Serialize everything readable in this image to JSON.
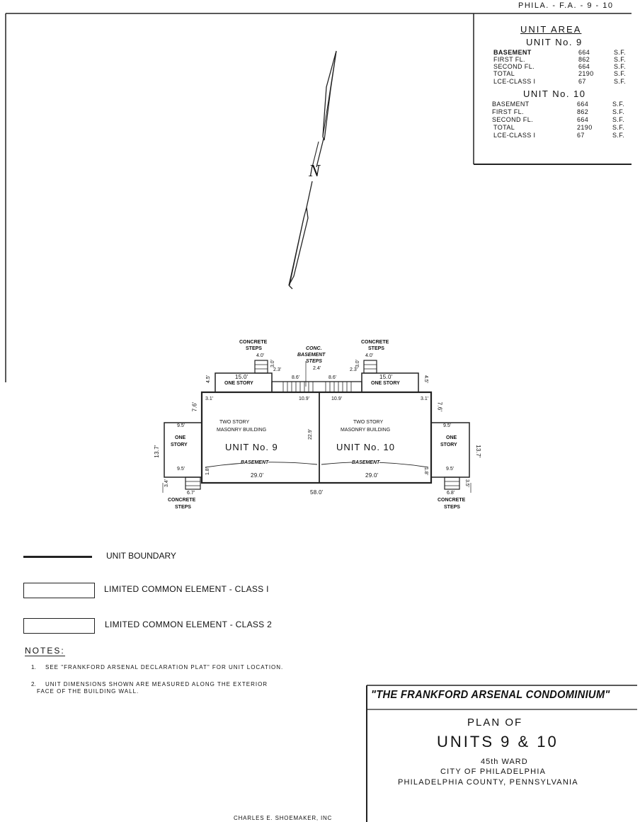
{
  "sheet_ref": "PHILA. - F.A. - 9 - 10",
  "unit_area": {
    "title": "UNIT AREA",
    "units": [
      {
        "heading": "UNIT No. 9",
        "rows": [
          {
            "label": "BASEMENT",
            "value": "664",
            "unit": "S.F."
          },
          {
            "label": "FIRST FL.",
            "value": "862",
            "unit": "S.F."
          },
          {
            "label": "SECOND FL.",
            "value": "664",
            "unit": "S.F."
          },
          {
            "label": "TOTAL",
            "value": "2190",
            "unit": "S.F."
          },
          {
            "label": "LCE-CLASS I",
            "value": "67",
            "unit": "S.F."
          }
        ]
      },
      {
        "heading": "UNIT No. 10",
        "rows": [
          {
            "label": "BASEMENT",
            "value": "664",
            "unit": "S.F."
          },
          {
            "label": "FIRST FL.",
            "value": "862",
            "unit": "S.F."
          },
          {
            "label": "SECOND FL.",
            "value": "664",
            "unit": "S.F."
          },
          {
            "label": "TOTAL",
            "value": "2190",
            "unit": "S.F."
          },
          {
            "label": "LCE-CLASS I",
            "value": "67",
            "unit": "S.F."
          }
        ]
      }
    ]
  },
  "north_arrow": {
    "label": "N"
  },
  "plan": {
    "concrete_steps": "CONCRETE",
    "steps": "STEPS",
    "conc": "CONC.",
    "basement": "BASEMENT",
    "one_story": "ONE STORY",
    "one": "ONE",
    "story": "STORY",
    "two_story": "TWO STORY",
    "masonry_building": "MASONRY BUILDING",
    "unit9": "UNIT No. 9",
    "unit10": "UNIT No. 10",
    "dims": {
      "d15": "15.0'",
      "d4": "4.0'",
      "d3": "3.0'",
      "d23": "2.3'",
      "d24": "2.4'",
      "d86": "8.6'",
      "d45": "4.5'",
      "d76": "7.6'",
      "d31": "3.1'",
      "d109": "10.9'",
      "d95": "9.5'",
      "d137": "13.7'",
      "d229": "22.9'",
      "d18": "1.8'",
      "d290": "29.0'",
      "d580": "58.0'",
      "d34": "3.4'",
      "d67": "6.7'",
      "d68": "6.8'",
      "d35": "3.5'"
    }
  },
  "legend": [
    {
      "label": "UNIT BOUNDARY"
    },
    {
      "label": "LIMITED COMMON ELEMENT - CLASS I"
    },
    {
      "label": "LIMITED COMMON ELEMENT - CLASS 2"
    }
  ],
  "notes": {
    "heading": "NOTES:",
    "items": [
      {
        "num": "1.",
        "text": "SEE \"FRANKFORD ARSENAL DECLARATION PLAT\" FOR UNIT LOCATION."
      },
      {
        "num": "2.",
        "text": "UNIT DIMENSIONS SHOWN ARE MEASURED ALONG THE EXTERIOR",
        "text2": "FACE OF THE BUILDING WALL."
      }
    ]
  },
  "title_block": {
    "project": "\"THE FRANKFORD ARSENAL CONDOMINIUM\"",
    "plan_of": "PLAN OF",
    "units": "UNITS 9 & 10",
    "ward": "45th WARD",
    "city": "CITY OF PHILADELPHIA",
    "county": "PHILADELPHIA COUNTY, PENNSYLVANIA"
  },
  "credit": "CHARLES E. SHOEMAKER, INC"
}
